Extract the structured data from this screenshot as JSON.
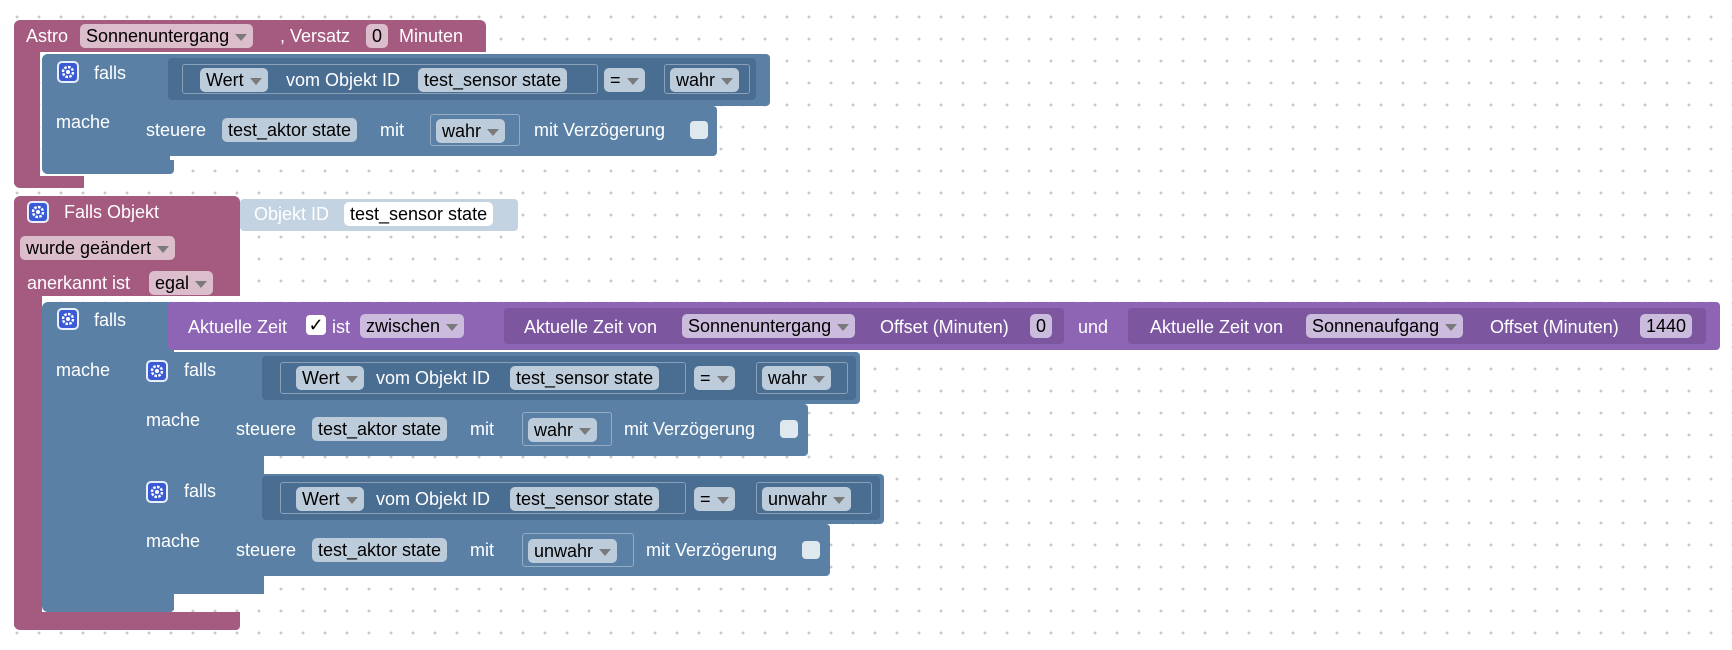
{
  "colors": {
    "event_block": "#a55b80",
    "logic_block": "#5b80a5",
    "time_block": "#8e65b4",
    "shadow_block": "#c3d3e2",
    "mutator_icon": "#3b5bd6"
  },
  "astro": {
    "label": "Astro",
    "event_value": "Sonnenuntergang",
    "offset_label": ", Versatz",
    "offset_value": "0",
    "unit_label": "Minuten",
    "if_block": {
      "falls_label": "falls",
      "mache_label": "mache",
      "condition": {
        "property": "Wert",
        "object_label": "vom Objekt ID",
        "object_id": "test_sensor state",
        "operator": "=",
        "value": "wahr"
      },
      "action": {
        "label": "steuere",
        "target": "test_aktor state",
        "with_label": "mit",
        "value": "wahr",
        "delay_label": "mit Verzögerung",
        "delay_checked": false
      }
    }
  },
  "trigger": {
    "label": "Falls Objekt",
    "shadow_label": "Objekt ID",
    "shadow_value": "test_sensor state",
    "change_value": "wurde geändert",
    "ack_label": "anerkannt ist",
    "ack_value": "egal",
    "outer_if": {
      "falls_label": "falls",
      "mache_label": "mache",
      "time_condition": {
        "current_time_label": "Aktuelle Zeit",
        "checked_mark": "✓",
        "is_label": "ist",
        "compare_value": "zwischen",
        "and_label": "und",
        "from": {
          "label": "Aktuelle Zeit von",
          "event": "Sonnenuntergang",
          "offset_label": "Offset (Minuten)",
          "offset_value": "0"
        },
        "to": {
          "label": "Aktuelle Zeit von",
          "event": "Sonnenaufgang",
          "offset_label": "Offset (Minuten)",
          "offset_value": "1440"
        }
      },
      "inner_if_1": {
        "falls_label": "falls",
        "mache_label": "mache",
        "condition": {
          "property": "Wert",
          "object_label": "vom Objekt ID",
          "object_id": "test_sensor state",
          "operator": "=",
          "value": "wahr"
        },
        "action": {
          "label": "steuere",
          "target": "test_aktor state",
          "with_label": "mit",
          "value": "wahr",
          "delay_label": "mit Verzögerung",
          "delay_checked": false
        }
      },
      "inner_if_2": {
        "falls_label": "falls",
        "mache_label": "mache",
        "condition": {
          "property": "Wert",
          "object_label": "vom Objekt ID",
          "object_id": "test_sensor state",
          "operator": "=",
          "value": "unwahr"
        },
        "action": {
          "label": "steuere",
          "target": "test_aktor state",
          "with_label": "mit",
          "value": "unwahr",
          "delay_label": "mit Verzögerung",
          "delay_checked": false
        }
      }
    }
  }
}
